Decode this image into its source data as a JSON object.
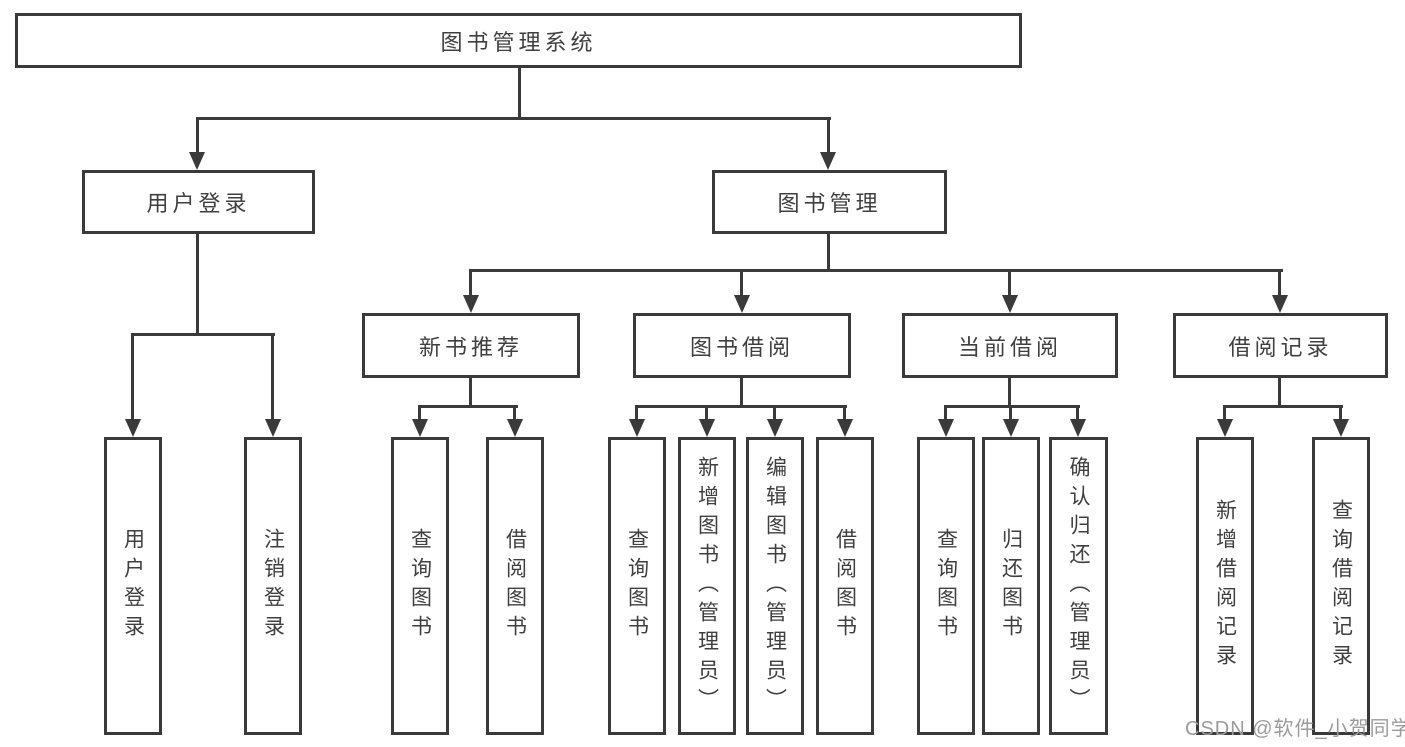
{
  "colors": {
    "line": "#3a3a3a",
    "text": "#3f3f3f",
    "box_bg": "#ffffff",
    "watermark": "#9b9b9b",
    "page_bg": "#ffffff"
  },
  "diagram": {
    "root": {
      "label": "图书管理系统"
    },
    "branches": [
      {
        "label": "用户登录",
        "children": [
          {
            "label": "用户登录"
          },
          {
            "label": "注销登录"
          }
        ]
      },
      {
        "label": "图书管理",
        "children": [
          {
            "label": "新书推荐",
            "children": [
              {
                "label": "查询图书"
              },
              {
                "label": "借阅图书"
              }
            ]
          },
          {
            "label": "图书借阅",
            "children": [
              {
                "label": "查询图书"
              },
              {
                "label": "新增图书（管理员）"
              },
              {
                "label": "编辑图书（管理员）"
              },
              {
                "label": "借阅图书"
              }
            ]
          },
          {
            "label": "当前借阅",
            "children": [
              {
                "label": "查询图书"
              },
              {
                "label": "归还图书"
              },
              {
                "label": "确认归还（管理员）"
              }
            ]
          },
          {
            "label": "借阅记录",
            "children": [
              {
                "label": "新增借阅记录"
              },
              {
                "label": "查询借阅记录"
              }
            ]
          }
        ]
      }
    ]
  },
  "watermark": {
    "text": "CSDN @软件_小贺同学"
  }
}
